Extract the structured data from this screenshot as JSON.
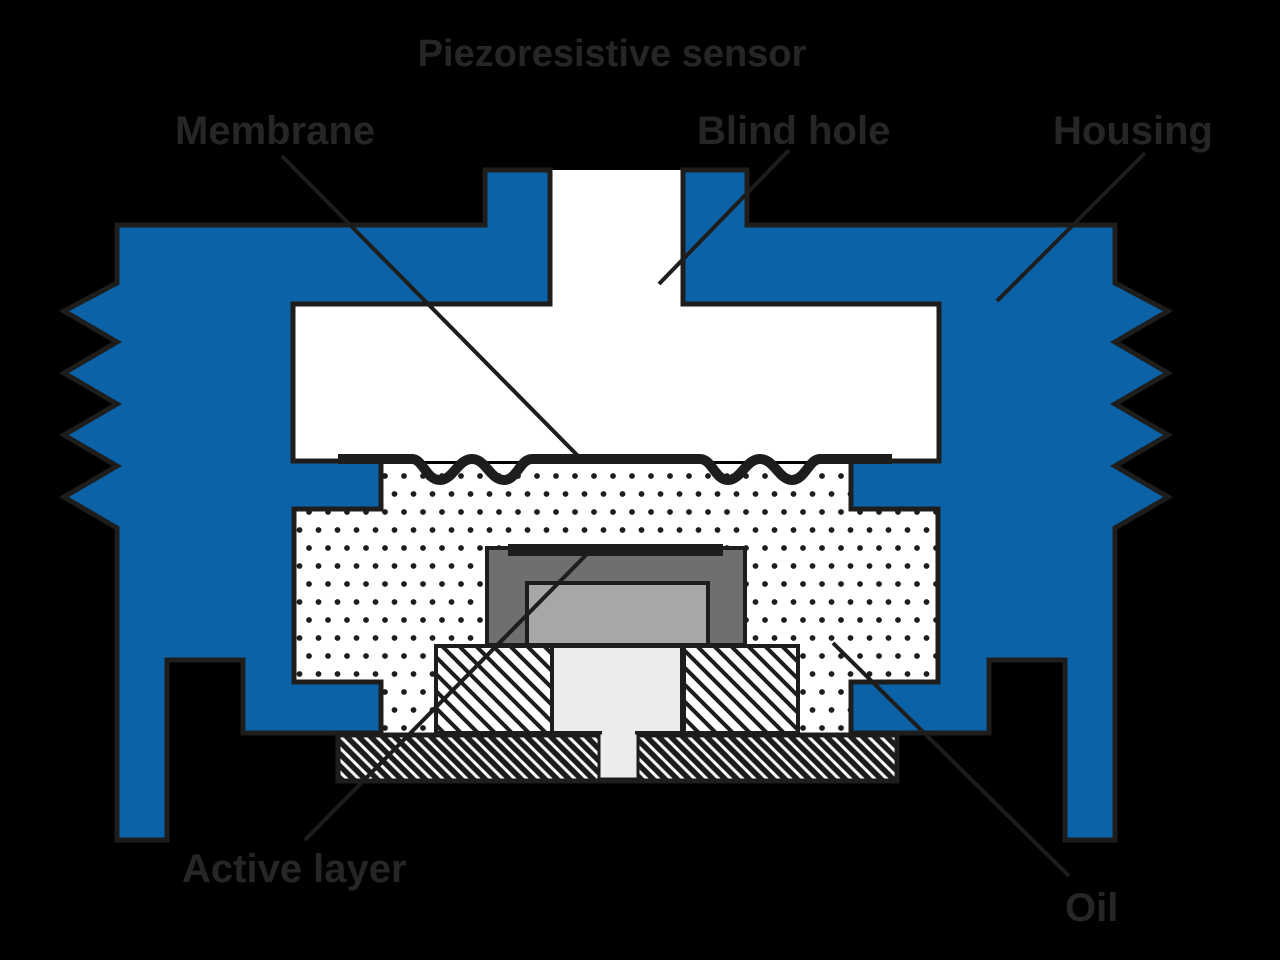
{
  "title": "Piezoresistive sensor",
  "labels": {
    "membrane": "Membrane",
    "blind_hole": "Blind hole",
    "housing": "Housing",
    "active_layer": "Active layer",
    "oil": "Oil"
  },
  "components": {
    "housing": "threaded housing cross-section",
    "blind_hole": "blind hole port at top",
    "membrane": "corrugated membrane",
    "oil": "oil-filled chamber (dotted)",
    "active_layer": "active layer on sensor chip",
    "sensor_chip": "piezoresistive sensing element",
    "base_plate": "hatched base plate"
  },
  "colors": {
    "background": "#000000",
    "housing_blue": "#0c62a7",
    "outline_black": "#1d1d1b",
    "label_text": "#262626",
    "chip_dark_gray": "#6f6f6d",
    "chip_light_gray": "#a7a7a5",
    "pedestal_gray": "#edecea",
    "cavity_white": "#ffffff"
  }
}
